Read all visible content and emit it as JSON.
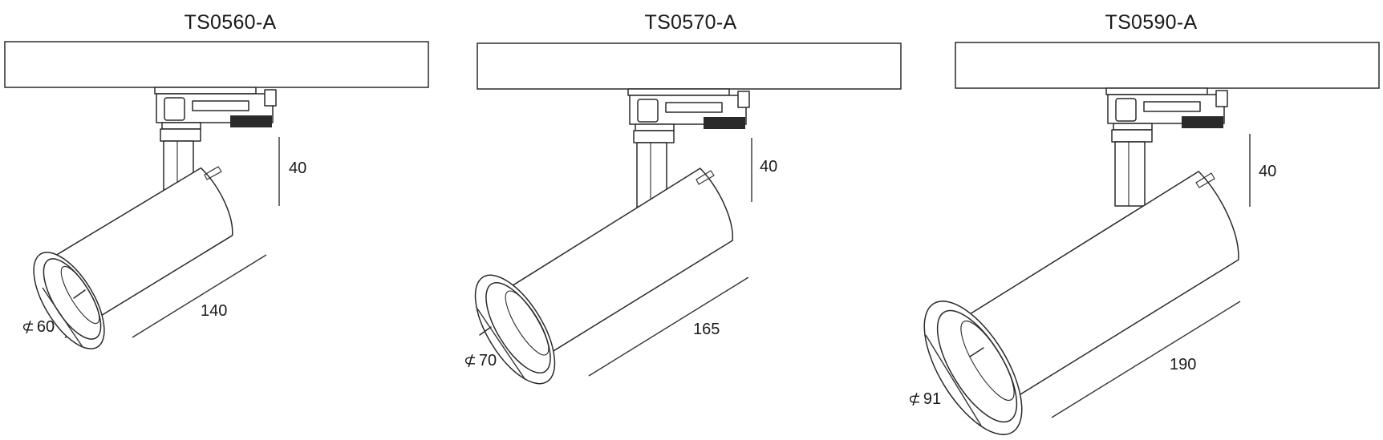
{
  "figures": [
    {
      "title": "TS0560-A",
      "adapter_height": "40",
      "diameter_symbol": "⊄",
      "diameter": "60",
      "length": "140"
    },
    {
      "title": "TS0570-A",
      "adapter_height": "40",
      "diameter_symbol": "⊄",
      "diameter": "70",
      "length": "165"
    },
    {
      "title": "TS0590-A",
      "adapter_height": "40",
      "diameter_symbol": "⊄",
      "diameter": "91",
      "length": "190"
    }
  ]
}
